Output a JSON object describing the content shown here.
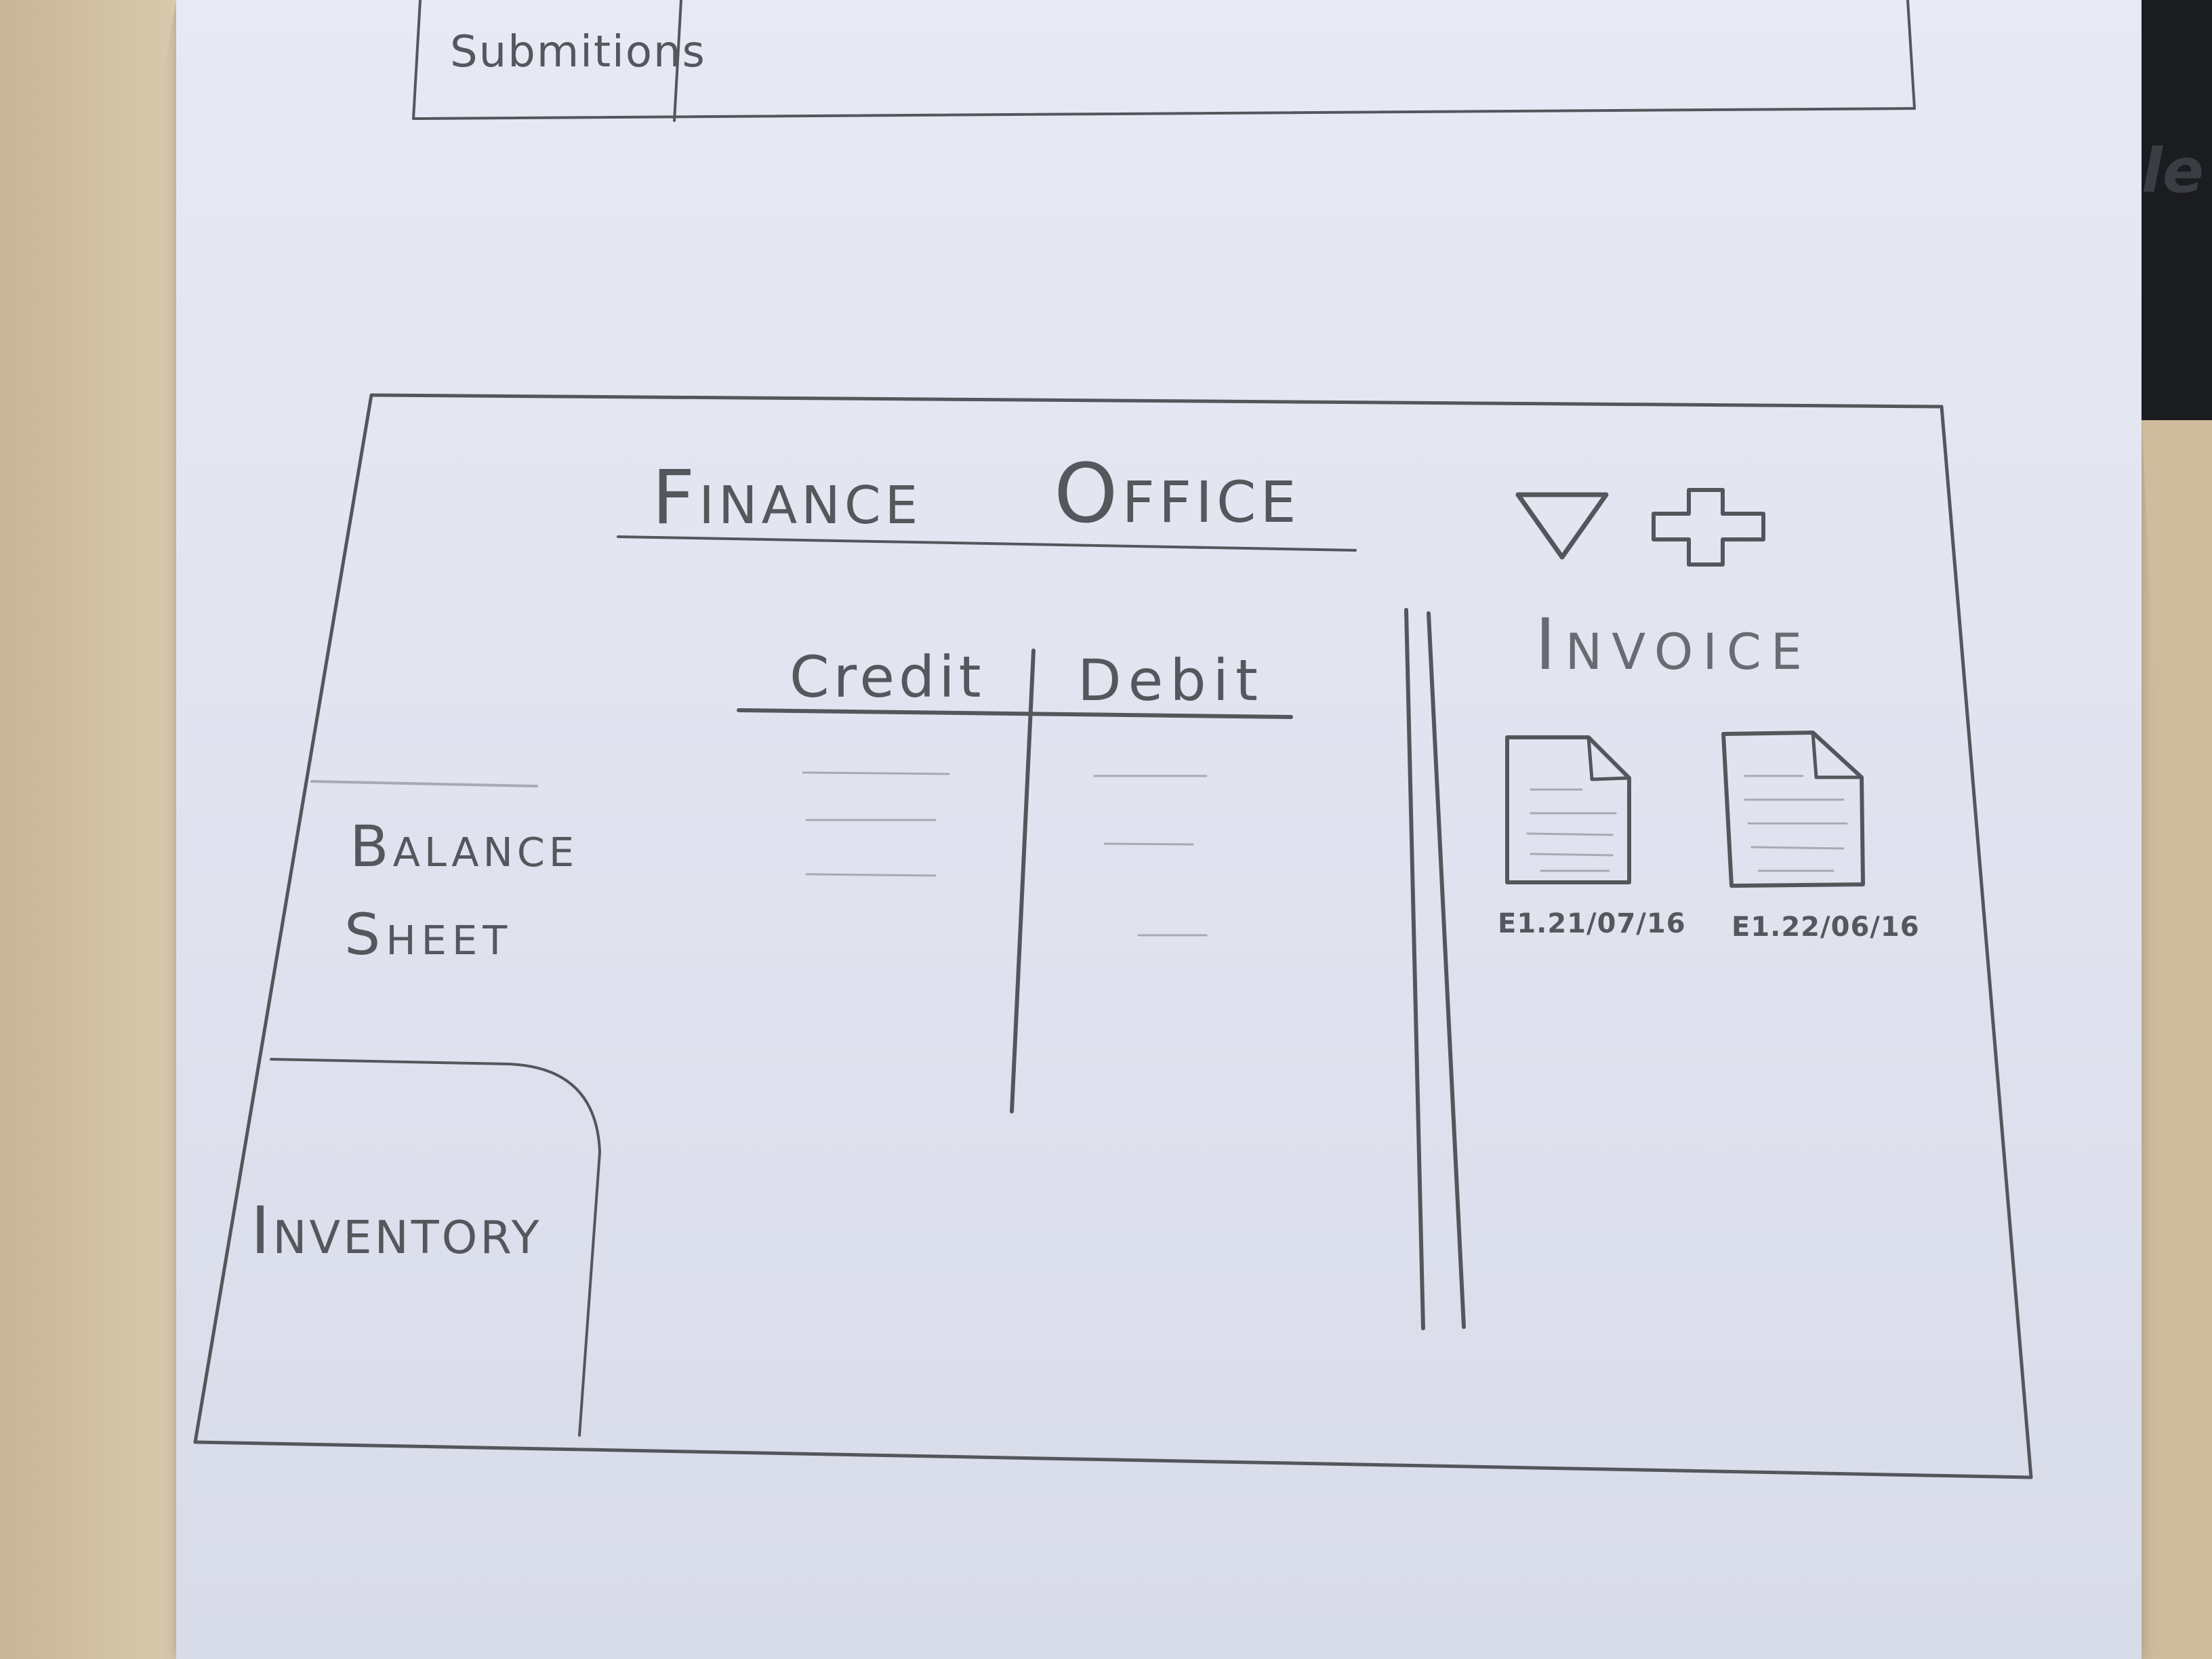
{
  "previous_frame": {
    "tab_label": "Submitions"
  },
  "header": {
    "title_part1": "Finance",
    "title_part2": "Office"
  },
  "toolbar": {
    "dropdown_icon": "triangle-down-icon",
    "add_icon": "plus-icon"
  },
  "ledger": {
    "columns": [
      "Credit",
      "Debit"
    ]
  },
  "sidebar": {
    "items": [
      {
        "label_line1": "Balance",
        "label_line2": "Sheet"
      },
      {
        "label": "Inventory"
      }
    ]
  },
  "invoice_panel": {
    "title": "Invoice",
    "files": [
      {
        "label": "E1.21/07/16",
        "icon": "document-icon"
      },
      {
        "label": "E1.22/06/16",
        "icon": "document-icon"
      }
    ]
  }
}
